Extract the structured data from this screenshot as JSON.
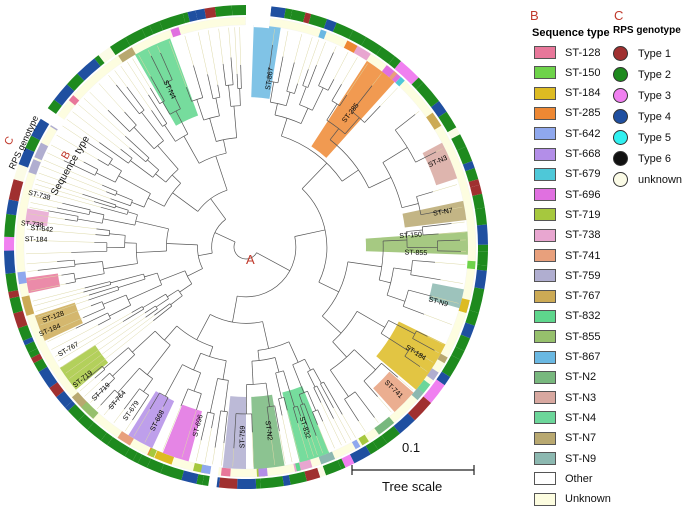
{
  "tree": {
    "center_label": "A",
    "ring_b_label": "B",
    "ring_b_name": "Sequence type",
    "ring_c_label": "C",
    "ring_c_name": "RPS genotype",
    "clade_labels": [
      "ST-867",
      "ST-285",
      "ST-N3",
      "ST-N7",
      "ST-855",
      "ST-N9",
      "ST-184",
      "ST-741",
      "ST-832",
      "ST-N2",
      "ST-759",
      "ST-696",
      "ST-668",
      "ST-719",
      "ST-767",
      "ST-128",
      "ST-738",
      "ST-N4",
      "ST-150",
      "ST-642",
      "ST-679",
      "ST-764",
      "ST-738",
      "ST-184",
      "ST-719",
      "ST-184"
    ]
  },
  "legend_b": {
    "letter": "B",
    "title": "Sequence type",
    "items": [
      {
        "label": "ST-128",
        "color": "#e8779a"
      },
      {
        "label": "ST-150",
        "color": "#6ed34a"
      },
      {
        "label": "ST-184",
        "color": "#ddbb22"
      },
      {
        "label": "ST-285",
        "color": "#ee8833"
      },
      {
        "label": "ST-642",
        "color": "#8fa8ee"
      },
      {
        "label": "ST-668",
        "color": "#b38ee8"
      },
      {
        "label": "ST-679",
        "color": "#4ec8d8"
      },
      {
        "label": "ST-696",
        "color": "#e070e0"
      },
      {
        "label": "ST-719",
        "color": "#a6c83e"
      },
      {
        "label": "ST-738",
        "color": "#e8a6d0"
      },
      {
        "label": "ST-741",
        "color": "#e8a07c"
      },
      {
        "label": "ST-759",
        "color": "#b0aed0"
      },
      {
        "label": "ST-767",
        "color": "#ccaa55"
      },
      {
        "label": "ST-832",
        "color": "#5ed68c"
      },
      {
        "label": "ST-855",
        "color": "#96c06c"
      },
      {
        "label": "ST-867",
        "color": "#6ab8e2"
      },
      {
        "label": "ST-N2",
        "color": "#78b87e"
      },
      {
        "label": "ST-N3",
        "color": "#d8a8a0"
      },
      {
        "label": "ST-N4",
        "color": "#6cd69a"
      },
      {
        "label": "ST-N7",
        "color": "#b8a870"
      },
      {
        "label": "ST-N9",
        "color": "#8cb8b0"
      },
      {
        "label": "Other",
        "color": "#ffffff"
      },
      {
        "label": "Unknown",
        "color": "#fdfde0"
      }
    ]
  },
  "legend_c": {
    "letter": "C",
    "title": "RPS genotype",
    "items": [
      {
        "label": "Type 1",
        "color": "#a03030"
      },
      {
        "label": "Type 2",
        "color": "#1e8a1e"
      },
      {
        "label": "Type 3",
        "color": "#f080f0"
      },
      {
        "label": "Type 4",
        "color": "#1f4fa0"
      },
      {
        "label": "Type 5",
        "color": "#30f0f0"
      },
      {
        "label": "Type 6",
        "color": "#111111"
      },
      {
        "label": "unknown",
        "color": "#fbfbe6"
      }
    ]
  },
  "scale": {
    "value": "0.1",
    "label": "Tree scale"
  }
}
